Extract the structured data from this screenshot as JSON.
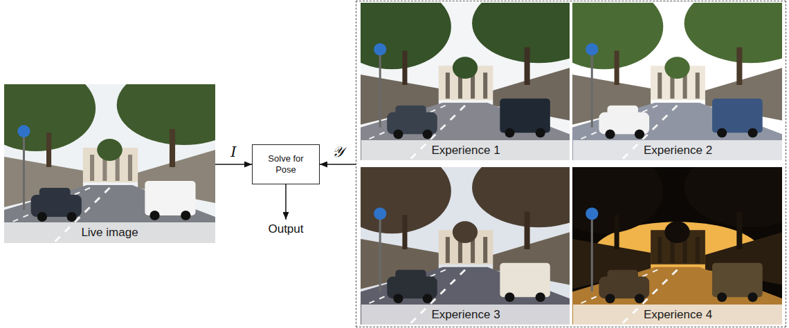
{
  "diagram": {
    "nodes": [
      {
        "text": [
          "Live image"
        ]
      },
      {
        "text": [
          "Solve for Pose"
        ]
      },
      {
        "text": [
          "Output"
        ]
      },
      {
        "text": []
      },
      {
        "text": [
          "Experience 1"
        ],
        "in": 3
      },
      {
        "text": [
          "Experience 2"
        ],
        "in": 3
      },
      {
        "text": [
          "Experience 3"
        ],
        "in": 3
      },
      {
        "text": [
          "Experience 4"
        ],
        "in": 3
      }
    ],
    "edges": [
      {
        "from": 0,
        "to": 1,
        "label": "I",
        "arrow": "to"
      },
      {
        "from": 3,
        "to": 1,
        "label": "𝒴",
        "arrow": "to"
      },
      {
        "from": 1,
        "to": 2,
        "arrow": "to"
      }
    ]
  }
}
